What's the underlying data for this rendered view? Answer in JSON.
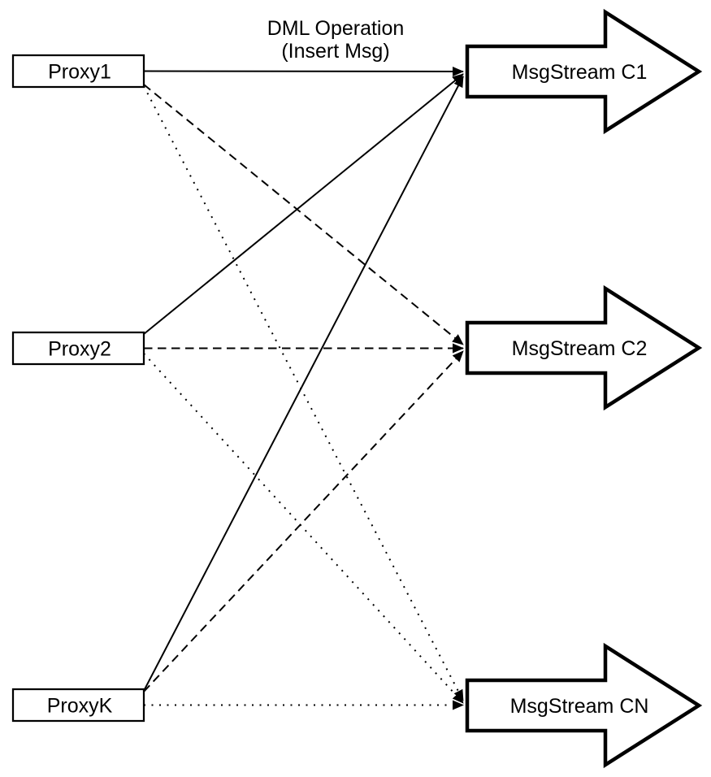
{
  "diagram": {
    "title": {
      "line1": "DML Operation",
      "line2": "(Insert Msg)"
    },
    "proxies": [
      {
        "label": "Proxy1"
      },
      {
        "label": "Proxy2"
      },
      {
        "label": "ProxyK"
      }
    ],
    "streams": [
      {
        "label": "MsgStream C1"
      },
      {
        "label": "MsgStream C2"
      },
      {
        "label": "MsgStream CN"
      }
    ],
    "edges": [
      {
        "from": "Proxy1",
        "to": "MsgStream C1",
        "style": "solid"
      },
      {
        "from": "Proxy2",
        "to": "MsgStream C1",
        "style": "solid"
      },
      {
        "from": "ProxyK",
        "to": "MsgStream C1",
        "style": "solid"
      },
      {
        "from": "Proxy1",
        "to": "MsgStream C2",
        "style": "dashed"
      },
      {
        "from": "Proxy2",
        "to": "MsgStream C2",
        "style": "dashed"
      },
      {
        "from": "ProxyK",
        "to": "MsgStream C2",
        "style": "dashed"
      },
      {
        "from": "Proxy1",
        "to": "MsgStream CN",
        "style": "dotted"
      },
      {
        "from": "Proxy2",
        "to": "MsgStream CN",
        "style": "dotted"
      },
      {
        "from": "ProxyK",
        "to": "MsgStream CN",
        "style": "dotted"
      }
    ],
    "colors": {
      "ink": "#000000",
      "background": "#ffffff"
    }
  }
}
